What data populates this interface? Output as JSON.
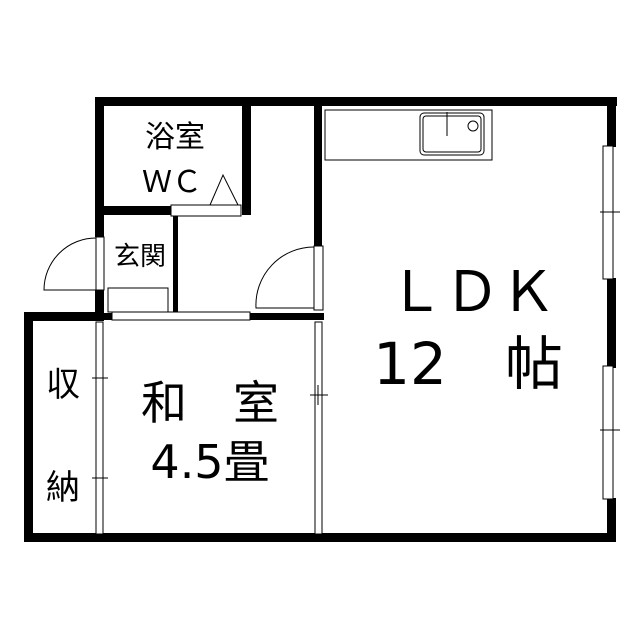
{
  "rooms": {
    "bath": {
      "line1": "浴室",
      "line2": "ＷＣ"
    },
    "entrance": {
      "label": "玄関"
    },
    "ldk": {
      "line1": "ＬＤＫ",
      "line2": "12　帖"
    },
    "washitsu": {
      "line1": "和　室",
      "line2": "4.5畳"
    },
    "closet": {
      "line1": "収",
      "line2": "納"
    }
  },
  "colors": {
    "wall": "#000000",
    "background": "#ffffff"
  }
}
